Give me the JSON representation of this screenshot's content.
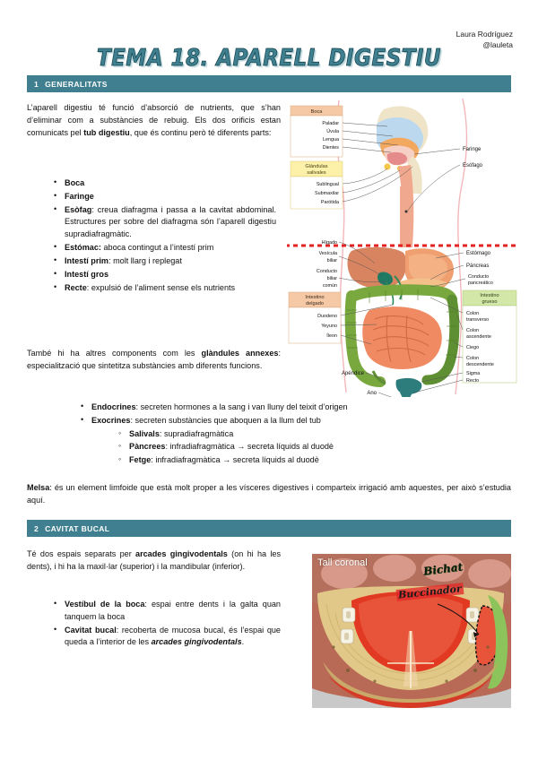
{
  "author": {
    "name": "Laura Rodríguez",
    "handle": "@lauleta"
  },
  "title": "TEMA 18. APARELL DIGESTIU",
  "sections": [
    {
      "num": "1",
      "label": "GENERALITATS"
    },
    {
      "num": "2",
      "label": "CAVITAT BUCAL"
    }
  ],
  "section1": {
    "intro_1": "L’aparell digestiu té funció d’absorció de nutrients, que s’han d’eliminar com a substàncies de rebuig. Els dos orificis estan comunicats pel ",
    "intro_bold": "tub digestiu",
    "intro_2": ", que és continu però té diferents parts:",
    "parts": [
      {
        "term": "Boca",
        "desc": ""
      },
      {
        "term": "Faringe",
        "desc": ""
      },
      {
        "term": "Esòfag",
        "desc": ": creua diafragma i passa a la cavitat abdominal. Estructures per sobre del diafragma són l’aparell digestiu supradiafragmàtic."
      },
      {
        "term": "Estómac:",
        "desc": " aboca contingut a l’intestí prim"
      },
      {
        "term": "Intestí prim",
        "desc": ": molt llarg i replegat"
      },
      {
        "term": "Intestí gros",
        "desc": ""
      },
      {
        "term": "Recte",
        "desc": ": expulsió de l’aliment sense els nutrients"
      }
    ],
    "annexes_1": "També hi ha altres components com les ",
    "annexes_bold": "glàndules annexes",
    "annexes_2": ": especialització que sintetitza substàncies amb diferents funcions.",
    "glands": [
      {
        "term": "Endocrines",
        "desc": ": secreten hormones a la sang i van lluny del teixit d’origen"
      },
      {
        "term": "Exocrines",
        "desc": ": secreten substàncies que aboquen a la llum del tub"
      }
    ],
    "exocrine_sub": [
      {
        "term": "Salivals",
        "desc": ": supradiafragmàtica"
      },
      {
        "term": "Pàncrees",
        "desc": ": infradiafragmàtica → secreta líquids al duodè"
      },
      {
        "term": "Fetge",
        "desc": ": infradiafragmàtica → secreta líquids al duodè"
      }
    ],
    "melsa_bold": "Melsa",
    "melsa_text": ": és un element limfoide que està molt proper a les vísceres digestives i comparteix irrigació amb aquestes, per això s’estudia aquí."
  },
  "section2": {
    "intro_1": "Té dos espais separats per ",
    "intro_bold": "arcades gingivodentals",
    "intro_2": " (on hi ha les dents), i hi ha la maxil·lar (superior) i la mandibular (inferior).",
    "items": [
      {
        "term": "Vestíbul de la boca",
        "desc": ": espai entre dents i la galta quan tanquem la boca"
      },
      {
        "term": "Cavitat bucal",
        "desc": ": recoberta de mucosa bucal, és l’espai que queda a l’interior de les ",
        "desc_ital": "arcades gingivodentals",
        "desc_tail": "."
      }
    ]
  },
  "figure_digestive": {
    "boxes": [
      {
        "header": "Boca",
        "items": [
          "Paladar",
          "Úvula",
          "Lengua",
          "Dientes"
        ]
      },
      {
        "header": "Glándulas salivales",
        "items": [
          "Sublingual",
          "Submaxilar",
          "Parótida"
        ]
      },
      {
        "header": "Intestino delgado",
        "items": [
          "Duodeno",
          "Yeyuno",
          "Íleon"
        ]
      },
      {
        "header": "Intestino grueso",
        "items": [
          "Colon transverso",
          "Colon ascendente",
          "Ciego",
          "Colon descendente",
          "Sigma",
          "Recto"
        ]
      }
    ],
    "free_labels_right": [
      "Faringe",
      "Esófago",
      "Estómago",
      "Páncreas",
      "Conducto pancreático"
    ],
    "free_labels_left": [
      "Hígado",
      "Vesícula biliar",
      "Conducto biliar común"
    ],
    "free_labels_bottom": [
      "Apéndice",
      "Ano"
    ],
    "diaphragm_line_color": "#e32222"
  },
  "figure_coronal": {
    "caption": "Tall coronal",
    "annotation_bichat": "Bichat",
    "annotation_red": "Buccinador"
  },
  "colors": {
    "section_bar": "#3f7f8f",
    "title": "#3f7f8f",
    "box_boca": "#f6c9a6",
    "box_glandulas": "#fdf0a8",
    "box_delgado": "#f6c9a6",
    "box_grueso": "#d3e8a8"
  }
}
